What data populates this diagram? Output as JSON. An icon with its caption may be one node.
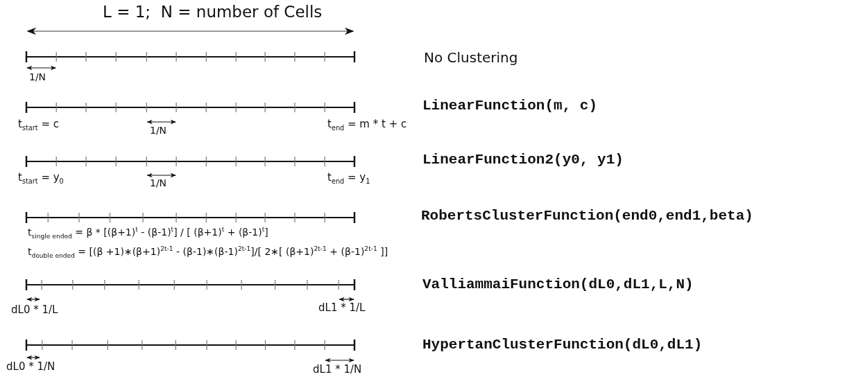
{
  "diagram": {
    "labels": [
      "L = 1;  N = number of Cells",
      "No Clustering",
      "1/N",
      "LinearFunction(m, c)",
      "t$_{start}$ = c",
      "1/N",
      "t$_{end}$ = m * t + c",
      "LinearFunction2(y0, y1)",
      "t$_{start}$ = y$_{0}$",
      "1/N",
      "t$_{end}$ = y$_{1}$",
      "RobertsClusterFunction(end0,end1,beta)",
      "t$_{single ended}$ = β * [(β+1)$^{t}$ - (β-1)$^{t}$] / [ (β+1)$^{t}$ + (β-1)$^{t}$]",
      "t$_{double ended}$ = [(β +1)∗(β+1)$^{2t-1}$ - (β-1)∗(β-1)$^{2t-1}$]/[ 2∗[ (β+1)$^{2t-1}$ + (β-1)$^{2t-1}$ ]]",
      "ValliammaiFunction(dL0,dL1,L,N)",
      "dL0 * 1/L",
      "dL1 * 1/L",
      "HypertanClusterFunction(dL0,dL1)",
      "dL0 * 1/N",
      "dL1 * 1/N"
    ]
  }
}
